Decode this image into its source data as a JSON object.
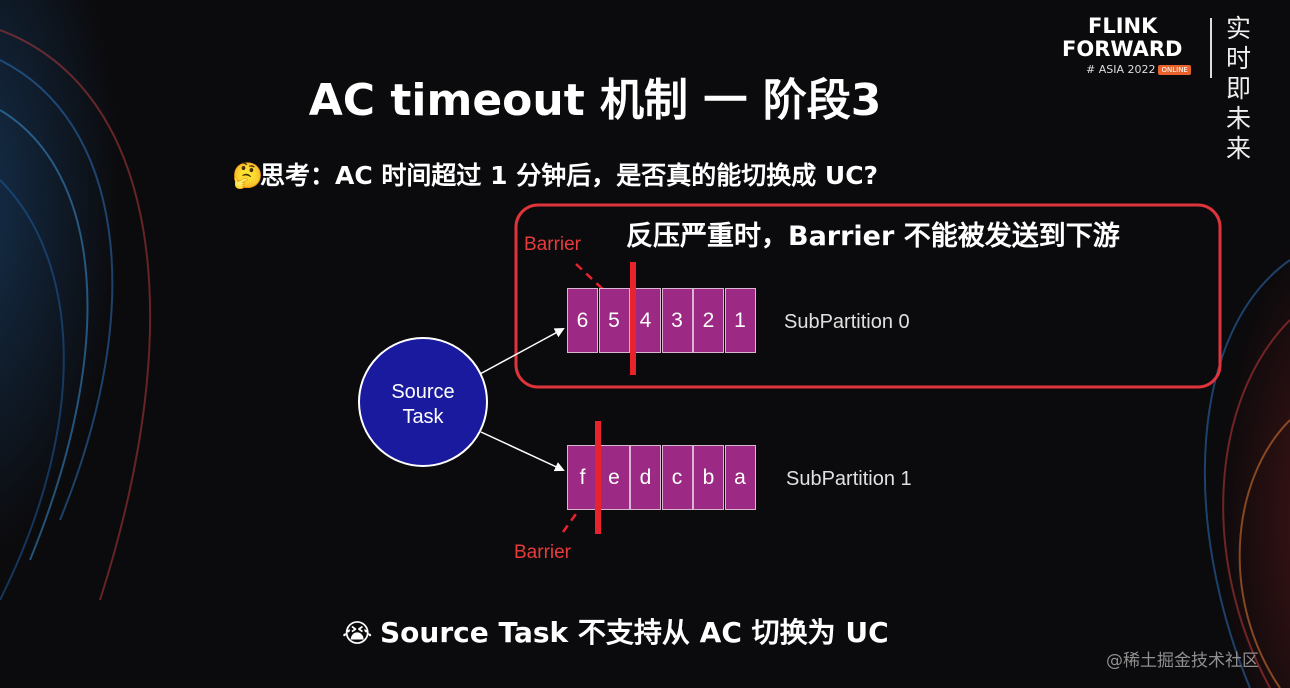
{
  "slide": {
    "title": "AC timeout 机制 一 阶段3",
    "question_emoji": "🤔",
    "question": "思考：AC 时间超过 1 分钟后，是否真的能切换成 UC?",
    "callout": "反压严重时，Barrier 不能被发送到下游",
    "conclusion_emoji": "😭",
    "conclusion": "Source Task 不支持从 AC 切换为 UC"
  },
  "brand": {
    "line1": "FLINK",
    "line2": "FORWARD",
    "line3": "# ASIA 2022",
    "badge": "ONLINE",
    "tagline": "实时即未来"
  },
  "diagram": {
    "source_task": {
      "line1": "Source",
      "line2": "Task"
    },
    "subpartition0": {
      "label": "SubPartition 0",
      "cells": [
        "6",
        "5",
        "4",
        "3",
        "2",
        "1"
      ],
      "barrier_label": "Barrier"
    },
    "subpartition1": {
      "label": "SubPartition 1",
      "cells": [
        "f",
        "e",
        "d",
        "c",
        "b",
        "a"
      ],
      "barrier_label": "Barrier"
    }
  },
  "colors": {
    "background": "#0b0a0c",
    "cell_fill": "#9c2a85",
    "barrier": "#e8232b",
    "highlight_box": "#e0343c",
    "source_node": "#1a1a9e"
  },
  "watermark": "@稀土掘金技术社区"
}
